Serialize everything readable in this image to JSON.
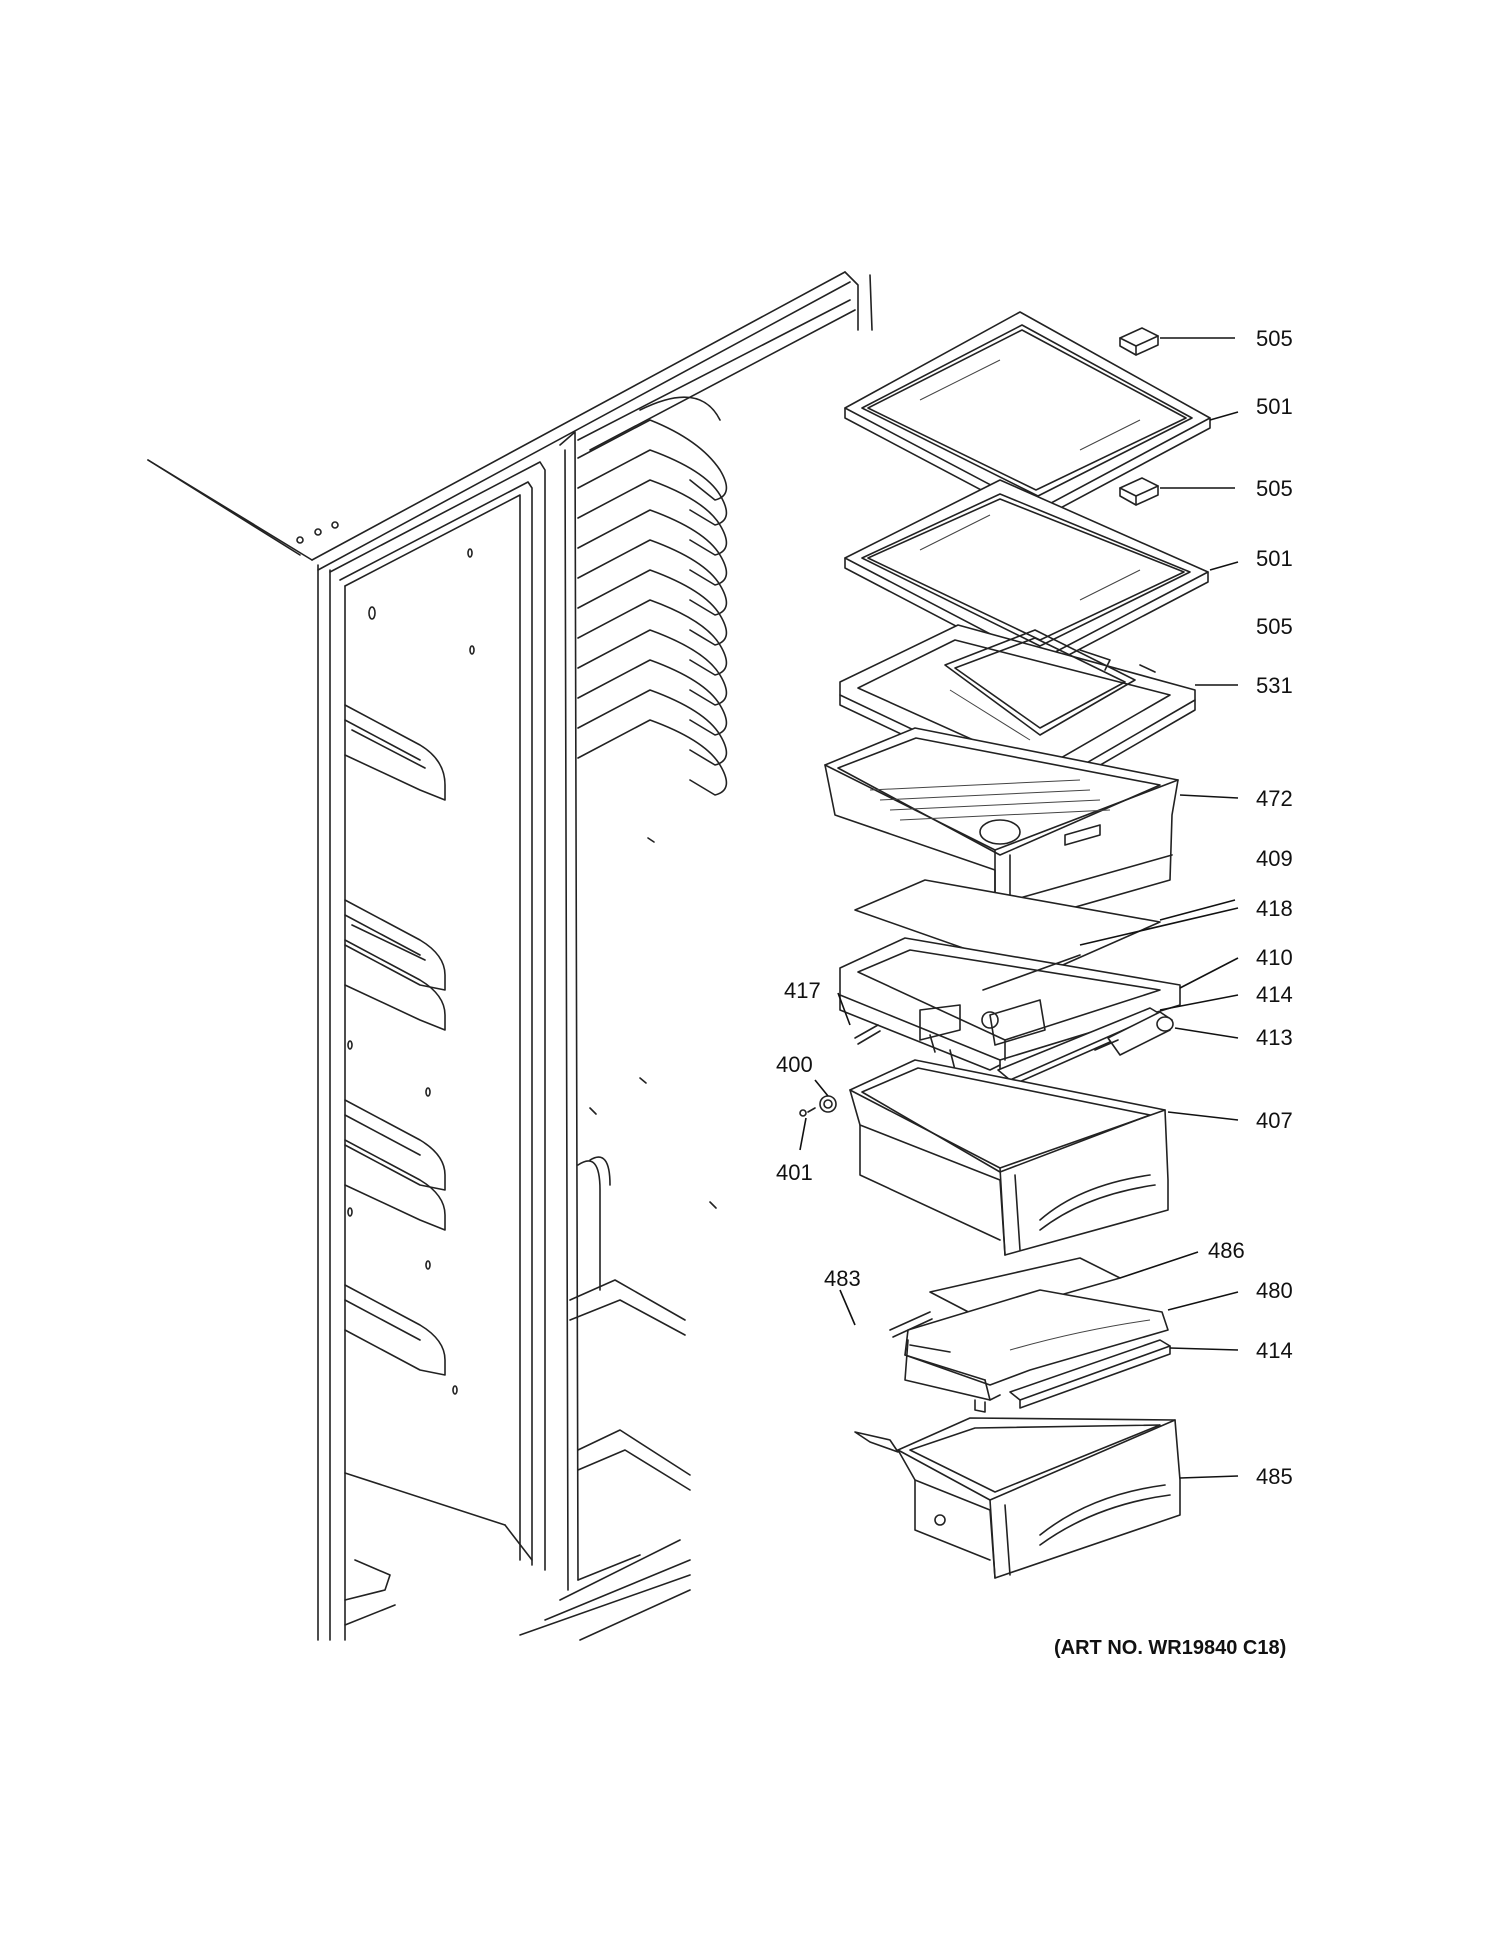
{
  "diagram": {
    "art_number": "(ART NO. WR19840 C18)",
    "callouts": [
      {
        "id": "c-505a",
        "label": "505"
      },
      {
        "id": "c-501a",
        "label": "501"
      },
      {
        "id": "c-505b",
        "label": "505"
      },
      {
        "id": "c-501b",
        "label": "501"
      },
      {
        "id": "c-505c",
        "label": "505"
      },
      {
        "id": "c-531",
        "label": "531"
      },
      {
        "id": "c-472",
        "label": "472"
      },
      {
        "id": "c-409",
        "label": "409"
      },
      {
        "id": "c-418",
        "label": "418"
      },
      {
        "id": "c-410",
        "label": "410"
      },
      {
        "id": "c-417",
        "label": "417"
      },
      {
        "id": "c-414a",
        "label": "414"
      },
      {
        "id": "c-413",
        "label": "413"
      },
      {
        "id": "c-400",
        "label": "400"
      },
      {
        "id": "c-407",
        "label": "407"
      },
      {
        "id": "c-401",
        "label": "401"
      },
      {
        "id": "c-486",
        "label": "486"
      },
      {
        "id": "c-483",
        "label": "483"
      },
      {
        "id": "c-480",
        "label": "480"
      },
      {
        "id": "c-414b",
        "label": "414"
      },
      {
        "id": "c-485",
        "label": "485"
      }
    ]
  }
}
